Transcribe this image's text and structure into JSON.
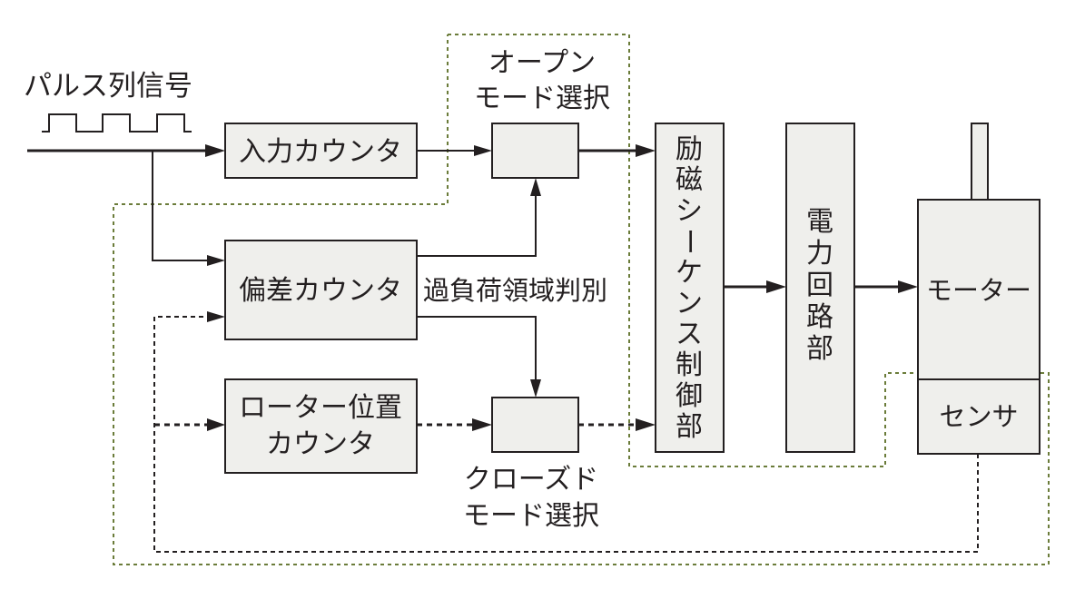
{
  "diagram": {
    "pulse_input_label": "パルス列信号",
    "open_mode_label": [
      "オープン",
      "モード選択"
    ],
    "closed_mode_label": [
      "クローズド",
      "モード選択"
    ],
    "overload_label": "過負荷領域判別",
    "blocks": {
      "input_counter": "入力カウンタ",
      "deviation_counter": "偏差カウンタ",
      "rotor_counter": [
        "ローター位置",
        "カウンタ"
      ],
      "excitation": [
        "励",
        "磁",
        "シ",
        "ー",
        "ケ",
        "ン",
        "ス",
        "制",
        "御",
        "部"
      ],
      "power_circuit": [
        "電",
        "力",
        "回",
        "路",
        "部"
      ],
      "motor": "モーター",
      "sensor": "センサ"
    }
  }
}
